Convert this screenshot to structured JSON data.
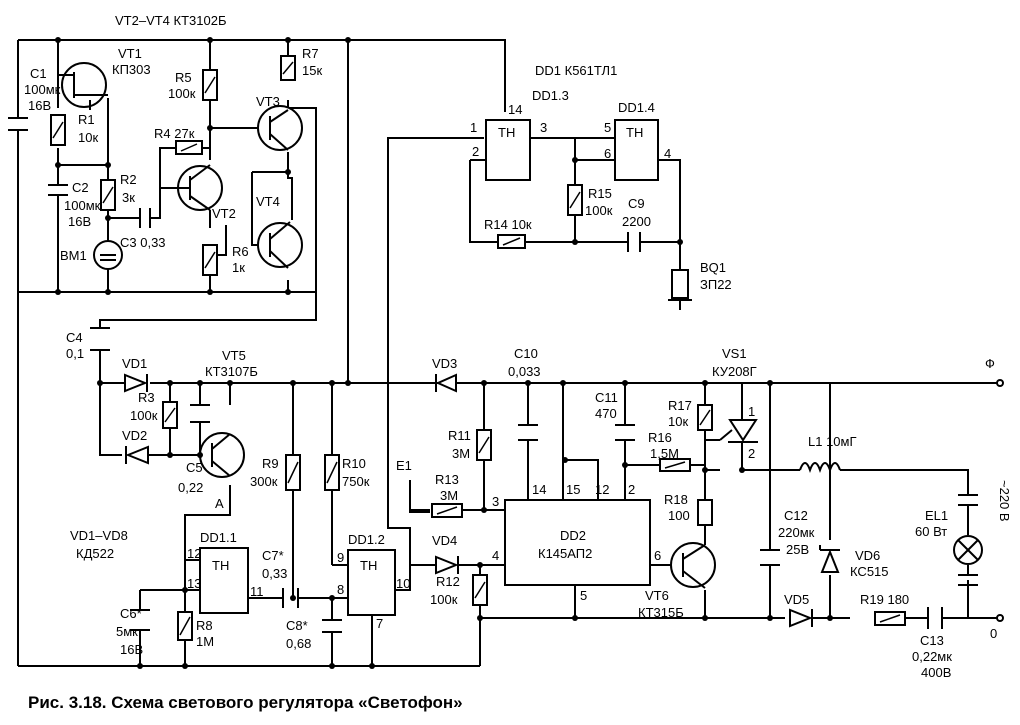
{
  "caption": "Рис. 3.18. Схема светового регулятора «Светофон»",
  "header_vt": "VT2–VT4  КТ3102Б",
  "dd1": "DD1 К561ТЛ1",
  "vd_series": [
    "VD1–VD8",
    "КД522"
  ],
  "components": {
    "vt1": [
      "VT1",
      "КП303"
    ],
    "c1": [
      "C1",
      "100мк",
      "16В"
    ],
    "r1": [
      "R1",
      "10к"
    ],
    "c2": [
      "C2",
      "100мк",
      "16В"
    ],
    "r2": [
      "R2",
      "3к"
    ],
    "bm1": "BM1",
    "c3": "C3  0,33",
    "r5": [
      "R5",
      "100к"
    ],
    "r4": "R4  27к",
    "vt2": "VT2",
    "r6": [
      "R6",
      "1к"
    ],
    "r7": [
      "R7",
      "15к"
    ],
    "vt3": "VT3",
    "vt4": "VT4",
    "dd13": "DD1.3",
    "dd14": "DD1.4",
    "r15": [
      "R15",
      "100к"
    ],
    "r14": "R14  10к",
    "c9": [
      "C9",
      "2200"
    ],
    "bq1": [
      "BQ1",
      "ЗП22"
    ],
    "c4": [
      "C4",
      "0,1"
    ],
    "vd1": "VD1",
    "vt5": [
      "VT5",
      "КТ3107Б"
    ],
    "r3": [
      "R3",
      "100к"
    ],
    "vd2": "VD2",
    "c5": [
      "C5",
      "0,22"
    ],
    "a": "A",
    "vd3": "VD3",
    "c10": [
      "C10",
      "0,033"
    ],
    "vs1": [
      "VS1",
      "КУ208Г"
    ],
    "phi": "Ф",
    "r9": [
      "R9",
      "300к"
    ],
    "r10": [
      "R10",
      "750к"
    ],
    "c11": [
      "C11",
      "470"
    ],
    "r17": [
      "R17",
      "10к"
    ],
    "r16": [
      "R16",
      "1,5М"
    ],
    "l1": "L1  10мГ",
    "r11": [
      "R11",
      "3М"
    ],
    "e1": "E1",
    "r13": [
      "R13",
      "3М"
    ],
    "dd11": "DD1.1",
    "c7": [
      "C7*",
      "0,33"
    ],
    "dd12": "DD1.2",
    "vd4": "VD4",
    "r12": [
      "R12",
      "100к"
    ],
    "dd2": [
      "DD2",
      "К145АП2"
    ],
    "r18": [
      "R18",
      "100"
    ],
    "c12": [
      "C12",
      "220мк",
      "25В"
    ],
    "vd6": [
      "VD6",
      "КС515"
    ],
    "el1": [
      "EL1",
      "60 Вт"
    ],
    "mains": "~220 В",
    "vt6": [
      "VT6",
      "КТ315Б"
    ],
    "vd5": "VD5",
    "r19": "R19  180",
    "c13": [
      "C13",
      "0,22мк",
      "400В"
    ],
    "c6": [
      "C6*",
      "5мк",
      "16В"
    ],
    "r8": [
      "R8",
      "1М"
    ],
    "c8": [
      "C8*",
      "0,68"
    ],
    "zero": "0"
  },
  "chips": {
    "th": "ТН",
    "dd13_pins": [
      "1",
      "2",
      "14",
      "3"
    ],
    "dd14_pins": [
      "5",
      "6",
      "4"
    ],
    "dd11_pins": [
      "12",
      "13",
      "11"
    ],
    "dd12_pins": [
      "9",
      "8",
      "10",
      "7"
    ],
    "dd2_pins": [
      "14",
      "15",
      "12",
      "2",
      "3",
      "4",
      "6",
      "5"
    ],
    "vs1_pins": [
      "1",
      "2"
    ]
  }
}
